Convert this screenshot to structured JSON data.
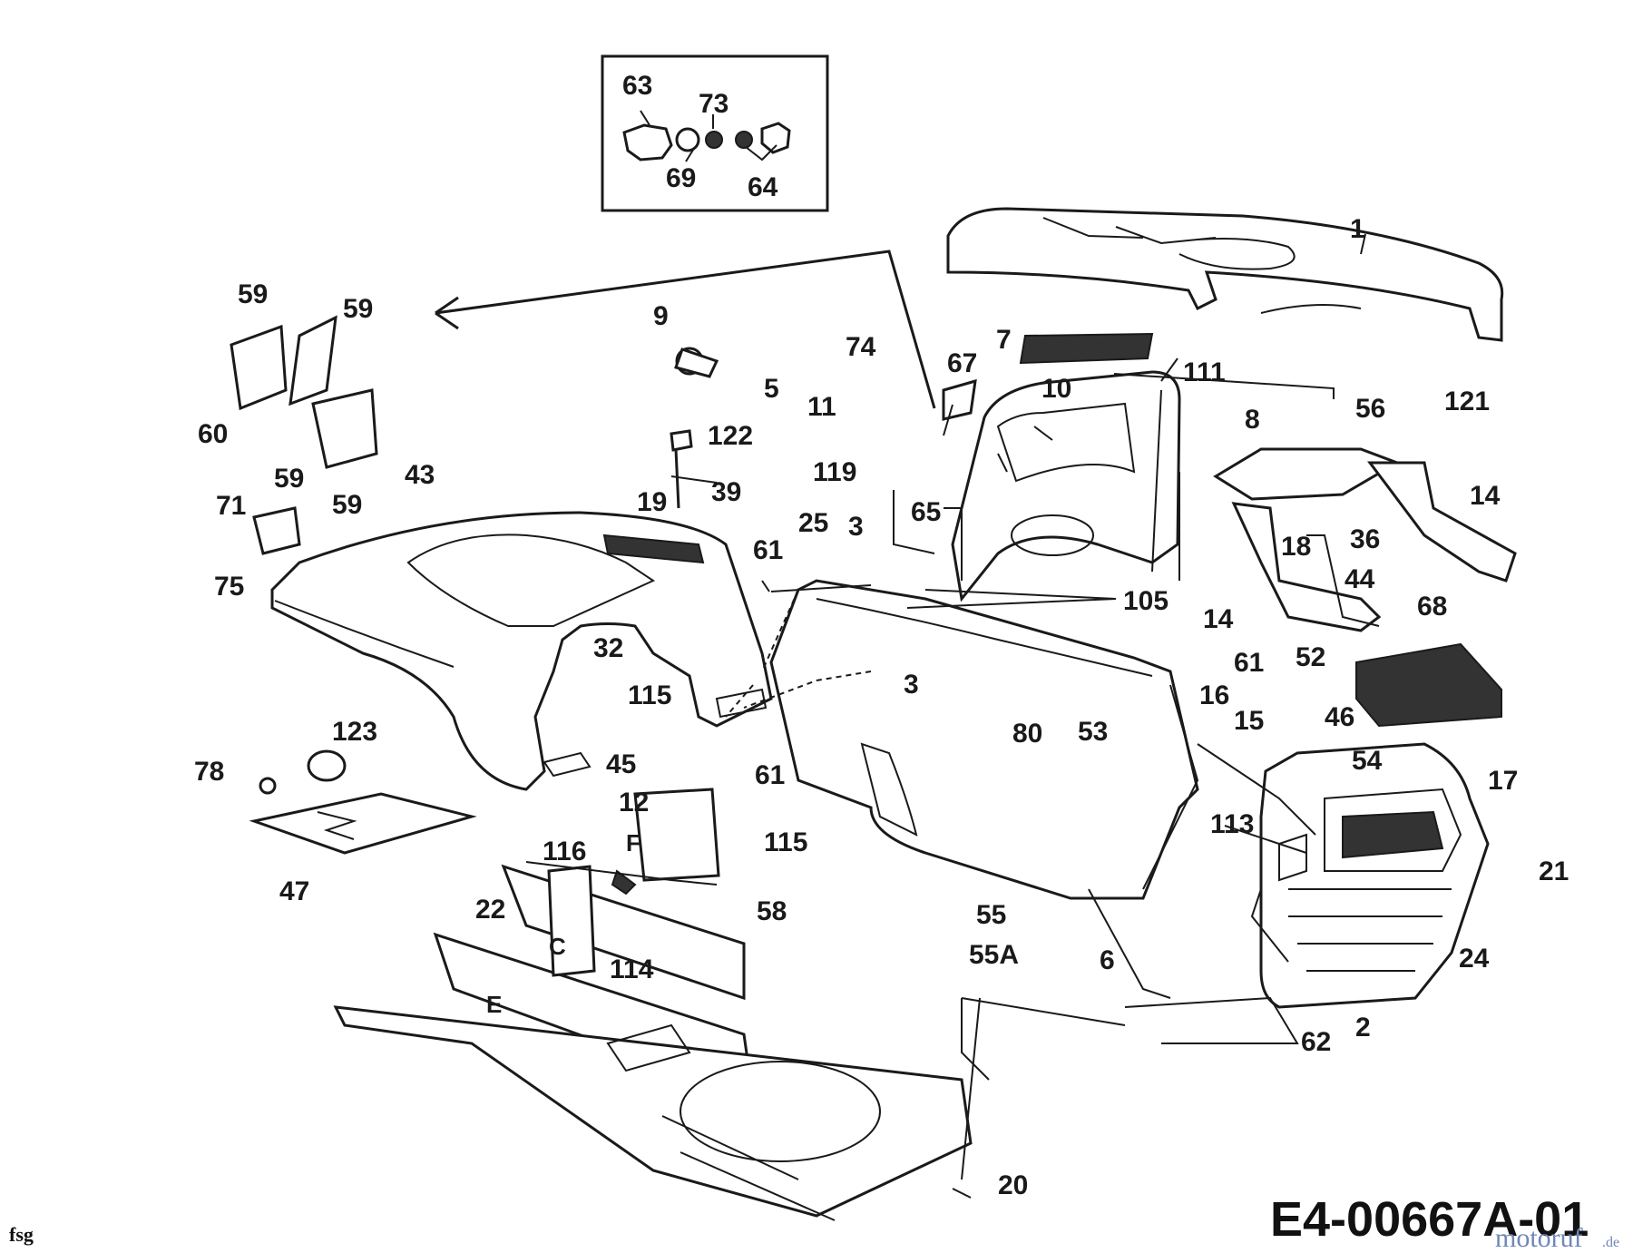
{
  "diagram": {
    "drawing_code": "E4-00667A-01",
    "footer_initials": "fsg",
    "watermark": {
      "brand": "motoruf",
      "suffix": ".de"
    },
    "inset_labels": [
      "63",
      "73",
      "69",
      "64"
    ],
    "part_labels": {
      "p1": "1",
      "p2": "2",
      "p3a": "3",
      "p3b": "3",
      "p5": "5",
      "p6": "6",
      "p7": "7",
      "p8": "8",
      "p9": "9",
      "p10": "10",
      "p11": "11",
      "p12": "12",
      "p14a": "14",
      "p14b": "14",
      "p15": "15",
      "p16": "16",
      "p17": "17",
      "p18": "18",
      "p19": "19",
      "p20": "20",
      "p21": "21",
      "p22": "22",
      "p24": "24",
      "p25": "25",
      "p32": "32",
      "p36": "36",
      "p39": "39",
      "p43": "43",
      "p44": "44",
      "p45": "45",
      "p46": "46",
      "p47": "47",
      "p52": "52",
      "p53": "53",
      "p54": "54",
      "p55": "55",
      "p55a": "55A",
      "p56": "56",
      "p58": "58",
      "p59a": "59",
      "p59b": "59",
      "p59c": "59",
      "p59d": "59",
      "p60": "60",
      "p61a": "61",
      "p61b": "61",
      "p61c": "61",
      "p62": "62",
      "p65": "65",
      "p67": "67",
      "p68": "68",
      "p71": "71",
      "p74": "74",
      "p75": "75",
      "p78": "78",
      "p80": "80",
      "p105": "105",
      "p111": "111",
      "p113": "113",
      "p114": "114",
      "p115a": "115",
      "p115b": "115",
      "p116": "116",
      "p119": "119",
      "p121": "121",
      "p122": "122",
      "p123": "123"
    },
    "reference_marks": {
      "c": "C",
      "e": "E",
      "f": "F"
    }
  }
}
